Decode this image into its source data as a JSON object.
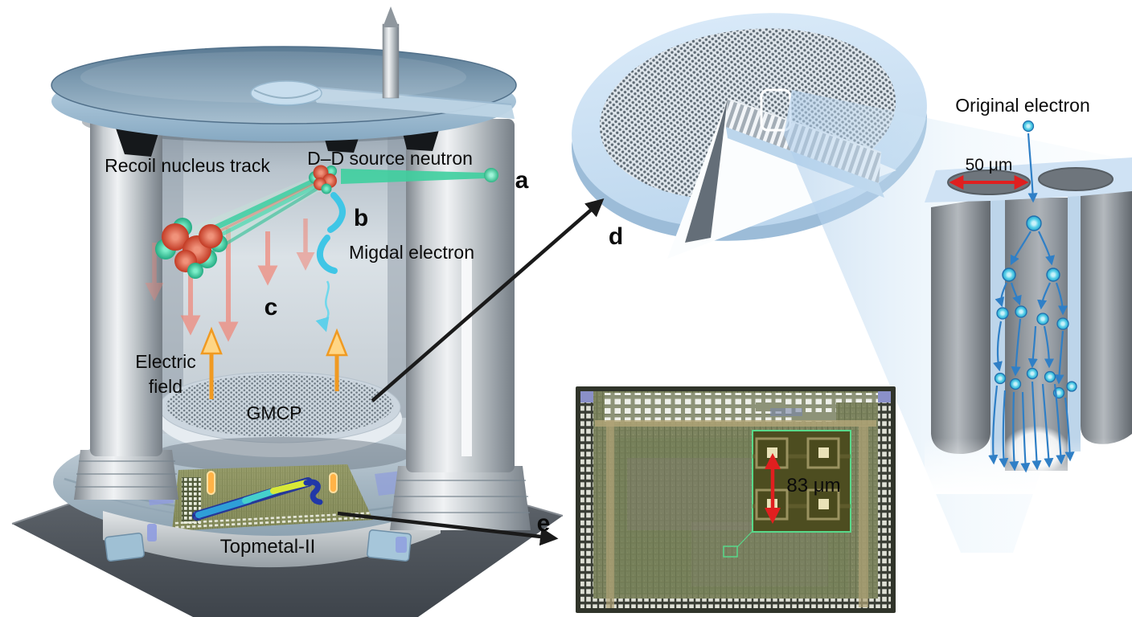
{
  "figure": {
    "labels": {
      "recoil_track": "Recoil nucleus track",
      "neutron_source": "D–D source neutron",
      "migdal_electron": "Migdal electron",
      "electric_field_line1": "Electric",
      "electric_field_line2": "field",
      "gmcp": "GMCP",
      "topmetal": "Topmetal-II",
      "original_electron": "Original electron"
    },
    "panel_letters": {
      "a": "a",
      "b": "b",
      "c": "c",
      "d": "d",
      "e": "e"
    },
    "measurements": {
      "pore_diameter": "50 μm",
      "pixel_pitch": "83 μm"
    },
    "colors": {
      "neutron_green": "#3ecf9e",
      "electron_cyan": "#3fc6e6",
      "cascade_blue": "#2f7fc6",
      "field_orange": "#f09a22",
      "drift_red": "#f28273",
      "measure_red": "#e01f1f",
      "callout_black": "#1a1a1a",
      "steel_blue": "#7d9cb4",
      "disc_blue": "#cfe3f5",
      "chip_olive": "#7d8460"
    }
  }
}
